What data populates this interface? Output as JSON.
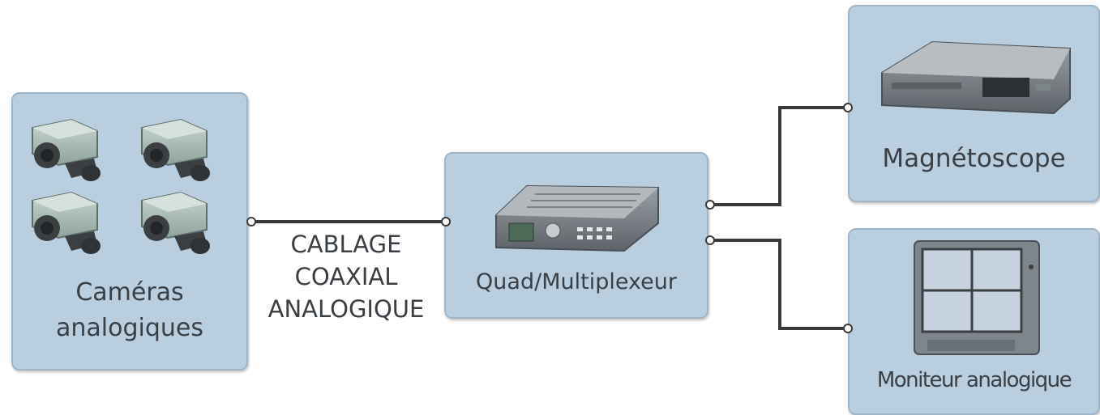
{
  "nodes": {
    "cameras": {
      "label_line1": "Caméras",
      "label_line2": "analogiques"
    },
    "quad": {
      "label": "Quad/Multiplexeur"
    },
    "vcr": {
      "label": "Magnétoscope"
    },
    "monitor": {
      "label": "Moniteur analogique"
    }
  },
  "links": {
    "coax": {
      "line1": "CABLAGE",
      "line2": "COAXIAL",
      "line3": "ANALOGIQUE"
    }
  },
  "icons": [
    "camera-icon",
    "quad-multiplexer-icon",
    "vcr-icon",
    "monitor-icon"
  ],
  "colors": {
    "box_fill": "#b9cfe0",
    "box_border": "#9fb6c8",
    "wire": "#3a3a3a",
    "text": "#3a3f44"
  }
}
